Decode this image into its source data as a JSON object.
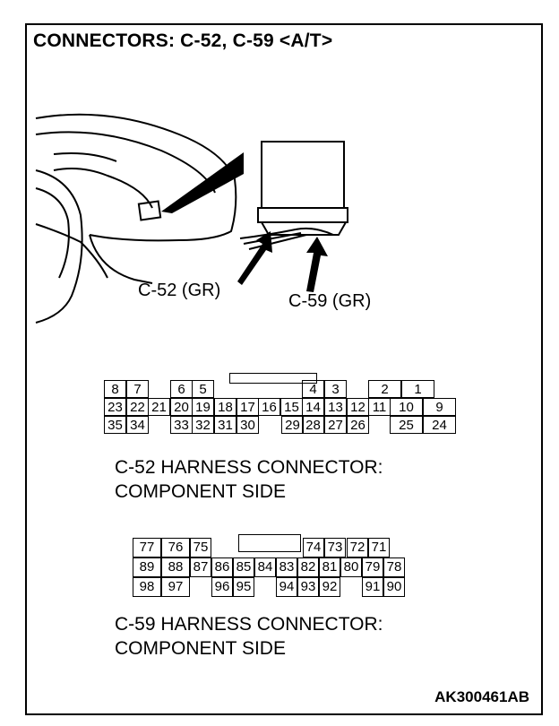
{
  "title": "CONNECTORS: C-52, C-59 <A/T>",
  "figure_code": "AK300461AB",
  "illustration": {
    "callout_c52": "C-52 (GR)",
    "callout_c59": "C-59 (GR)"
  },
  "connector_c52": {
    "caption_line1": "C-52 HARNESS CONNECTOR:",
    "caption_line2": "COMPONENT SIDE",
    "row1": [
      "8",
      "7",
      "",
      "6",
      "5",
      "",
      "",
      "",
      "4",
      "3",
      "",
      "2",
      "1"
    ],
    "row2": [
      "23",
      "22",
      "21",
      "20",
      "19",
      "18",
      "17",
      "16",
      "15",
      "14",
      "13",
      "12",
      "11",
      "10",
      "9"
    ],
    "row3": [
      "35",
      "34",
      "",
      "33",
      "32",
      "31",
      "30",
      "",
      "29",
      "28",
      "27",
      "26",
      "",
      "25",
      "24"
    ]
  },
  "connector_c59": {
    "caption_line1": "C-59 HARNESS CONNECTOR:",
    "caption_line2": "COMPONENT SIDE",
    "row1": [
      "77",
      "76",
      "75",
      "",
      "",
      "",
      "",
      "74",
      "73",
      "72",
      "71"
    ],
    "row2": [
      "89",
      "88",
      "87",
      "86",
      "85",
      "84",
      "83",
      "82",
      "81",
      "80",
      "79",
      "78"
    ],
    "row3": [
      "98",
      "97",
      "",
      "96",
      "95",
      "",
      "94",
      "93",
      "92",
      "",
      "91",
      "90"
    ]
  }
}
